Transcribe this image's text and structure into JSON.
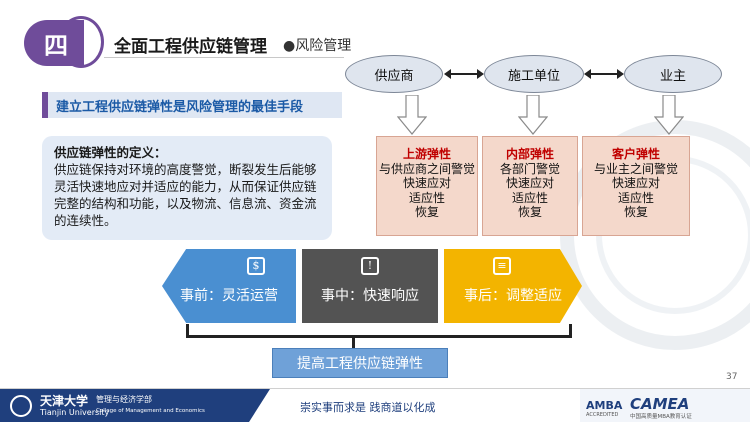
{
  "header": {
    "section_number": "四",
    "title": "全面工程供应链管理",
    "subtitle": "●风险管理"
  },
  "statement": "建立工程供应链弹性是风险管理的最佳手段",
  "definition": {
    "title": "供应链弹性的定义：",
    "body": "供应链保持对环境的高度警觉，断裂发生后能够灵活快速地应对并适应的能力，从而保证供应链完整的结构和功能，以及物流、信息流、资金流的连续性。"
  },
  "stakeholders": [
    "供应商",
    "施工单位",
    "业主"
  ],
  "resilience": [
    {
      "title": "上游弹性",
      "lines": [
        "与供应商之间警觉",
        "快速应对",
        "适应性",
        "恢复"
      ]
    },
    {
      "title": "内部弹性",
      "lines": [
        "各部门警觉",
        "快速应对",
        "适应性",
        "恢复"
      ]
    },
    {
      "title": "客户弹性",
      "lines": [
        "与业主之间警觉",
        "快速应对",
        "适应性",
        "恢复"
      ]
    }
  ],
  "steps": [
    {
      "label": "事前：灵活运营",
      "color": "#4a8fd1"
    },
    {
      "label": "事中：快速响应",
      "color": "#535353"
    },
    {
      "label": "事后：调整适应",
      "color": "#f3b400"
    }
  ],
  "goal": "提高工程供应链弹性",
  "page_number": "37",
  "footer": {
    "university_cn": "天津大学",
    "university_en": "Tianjin University",
    "school_cn": "管理与经济学部",
    "school_en": "College of Management and Economics",
    "motto": "崇实事而求是    践商道以化成",
    "amba": "AMBA",
    "amba_sub": "ACCREDITED",
    "camea": "CAMEA",
    "camea_sub": "中国高质量MBA教育认证"
  },
  "colors": {
    "accent_purple": "#6f4c9a",
    "statement_blue": "#1b5aa6",
    "resilience_red": "#c00000",
    "footer_navy": "#1f3f7d"
  }
}
